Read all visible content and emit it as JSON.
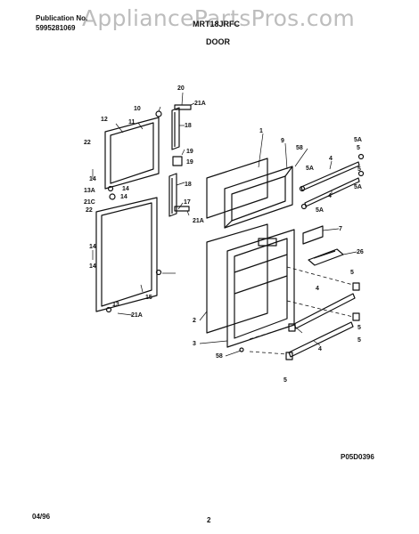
{
  "header": {
    "publication_label": "Publication No.",
    "publication_number": "5995281069",
    "model_number": "MRT18JRFC",
    "section_title": "DOOR"
  },
  "watermark": "AppliancePartsPros.com",
  "diagram_code": "P05D0396",
  "footer": {
    "date": "04/96",
    "page": "2"
  },
  "callouts": [
    "20",
    "21A",
    "10",
    "12",
    "11",
    "18",
    "22",
    "19",
    "19",
    "14",
    "13A",
    "14",
    "14",
    "21C",
    "22",
    "18",
    "17",
    "21A",
    "14",
    "14",
    "15",
    "13",
    "21A",
    "1",
    "9",
    "58",
    "5A",
    "4",
    "5A",
    "5",
    "4",
    "5A",
    "5",
    "5A",
    "7",
    "26",
    "5",
    "2",
    "3",
    "58",
    "4",
    "5",
    "5",
    "4",
    "5"
  ]
}
